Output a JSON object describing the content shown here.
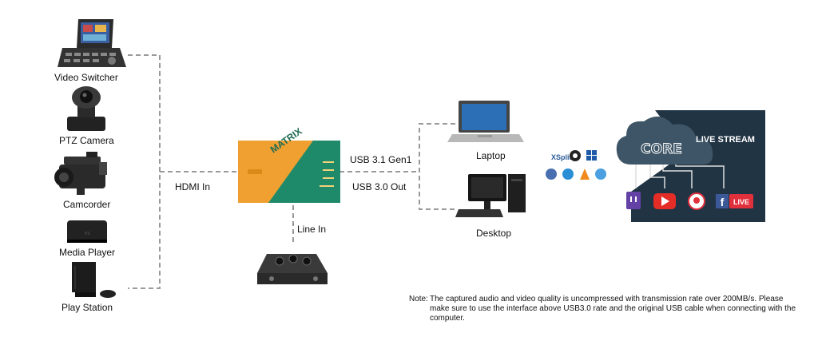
{
  "sources": {
    "video_switcher": "Video Switcher",
    "ptz_camera": "PTZ Camera",
    "camcorder": "Camcorder",
    "media_player": "Media Player",
    "play_station": "Play Station"
  },
  "links": {
    "hdmi_in": "HDMI In",
    "line_in": "Line In",
    "usb_gen1": "USB 3.1 Gen1",
    "usb_out": "USB 3.0 Out"
  },
  "device": {
    "brand": "MATRIX"
  },
  "computers": {
    "laptop": "Laptop",
    "desktop": "Desktop"
  },
  "software": {
    "xsplit": "XSplit"
  },
  "stream": {
    "core": "CORE",
    "live_stream": "LIVE STREAM",
    "live_badge": "LIVE"
  },
  "note": {
    "prefix": "Note:",
    "text": "The captured audio and video quality is uncompressed with transmission rate over 200MB/s. Please make sure to use the interface above USB3.0 rate and the original USB cable when connecting with the computer."
  },
  "colors": {
    "device_orange": "#f0a030",
    "device_green": "#1f8a6a",
    "stream_panel": "#213444",
    "dash": "#9a9a9a",
    "twitch": "#6441a5",
    "youtube": "#e52d27",
    "periscope": "#e0303c",
    "facebook": "#3b5998"
  }
}
